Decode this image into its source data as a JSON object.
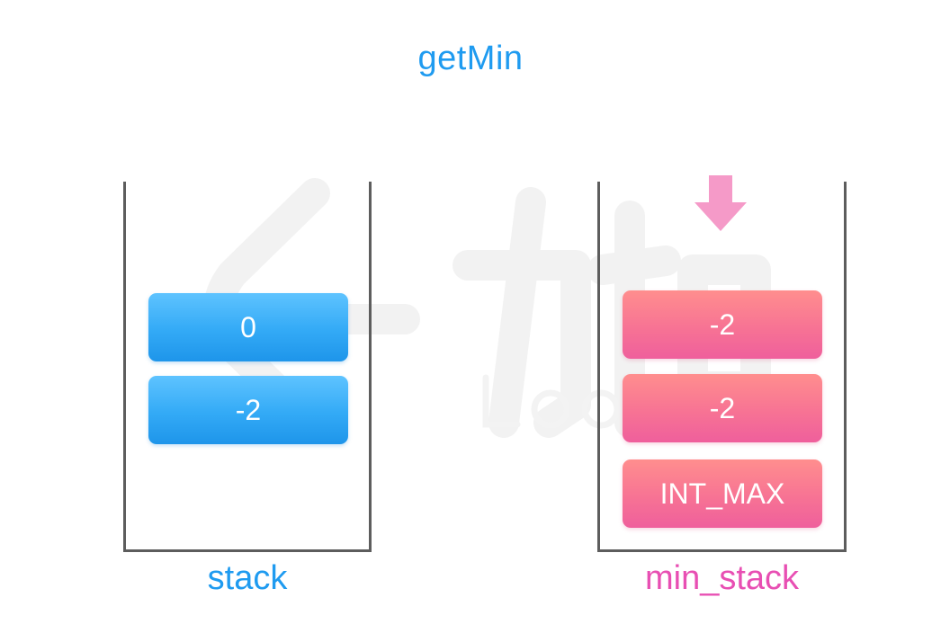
{
  "title": "getMin",
  "stacks": [
    {
      "label": "stack",
      "color": "#1f9bf0",
      "items": [
        "0",
        "-2"
      ]
    },
    {
      "label": "min_stack",
      "color": "#e84fb3",
      "items": [
        "-2",
        "-2",
        "INT_MAX"
      ]
    }
  ],
  "colors": {
    "blue_item": "#33aaf6",
    "pink_item": "#f77394",
    "arrow": "#f59ac8",
    "stack_wall": "#5d5d5d"
  },
  "icons": {
    "pointer": "down-arrow-icon",
    "watermark": "leetcode-logo-watermark"
  }
}
